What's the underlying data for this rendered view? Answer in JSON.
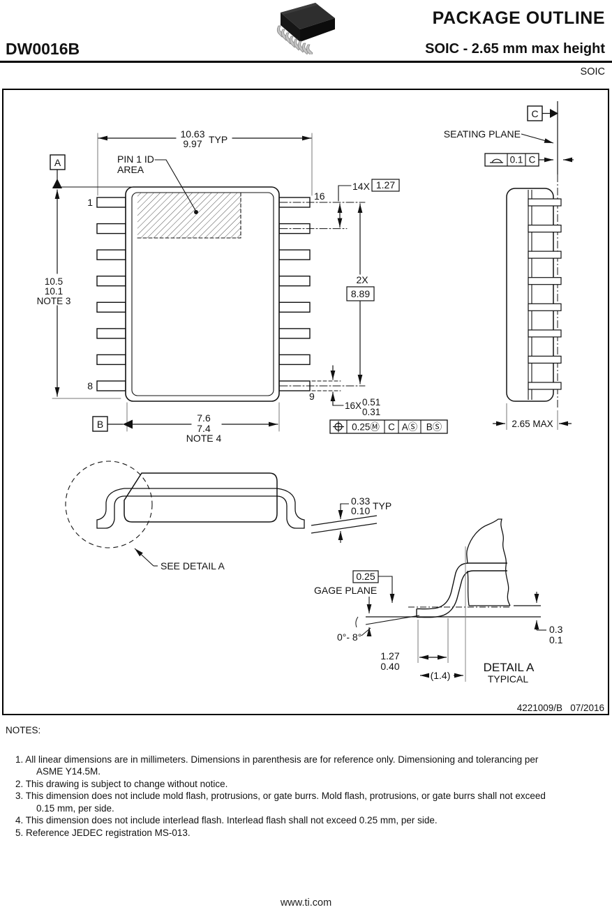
{
  "header": {
    "title": "PACKAGE OUTLINE",
    "part": "DW0016B",
    "subtitle": "SOIC - 2.65 mm max height",
    "family": "SOIC"
  },
  "title_block": {
    "doc": "4221009/B",
    "date": "07/2016"
  },
  "top_view": {
    "pin1": "1",
    "pin8": "8",
    "pin9": "9",
    "pin16": "16",
    "pin1_id_line1": "PIN 1 ID",
    "pin1_id_line2": "AREA",
    "datum_a": "A",
    "datum_b": "B",
    "width_max": "10.63",
    "width_min": "9.97",
    "width_suffix": "TYP",
    "length_max": "10.5",
    "length_min": "10.1",
    "length_note": "NOTE 3",
    "pitch_count": "14X",
    "pitch": "1.27",
    "span_count": "2X",
    "span": "8.89",
    "lead_count": "16X",
    "lead_w_max": "0.51",
    "lead_w_min": "0.31",
    "body_w_max": "7.6",
    "body_w_min": "7.4",
    "body_w_note": "NOTE 4",
    "fcf_tol": "0.25Ⓜ",
    "fcf_d1": "C",
    "fcf_d2": "AⓈ",
    "fcf_d3": "BⓈ"
  },
  "side_view": {
    "datum_c": "C",
    "seating_plane": "SEATING PLANE",
    "flat_tol": "0.1",
    "flat_datum": "C",
    "height": "2.65 MAX"
  },
  "profile_view": {
    "see_detail": "SEE DETAIL A",
    "thk_max": "0.33",
    "thk_min": "0.10",
    "thk_suffix": "TYP"
  },
  "detail_a": {
    "gage_val": "0.25",
    "gage_label": "GAGE PLANE",
    "angle": "0°- 8°",
    "foot_max": "1.27",
    "foot_min": "0.40",
    "ref": "(1.4)",
    "standoff_max": "0.3",
    "standoff_min": "0.1",
    "title": "DETAIL A",
    "subtitle": "TYPICAL"
  },
  "notes": {
    "heading": "NOTES:",
    "items": [
      "1. All linear dimensions are in millimeters. Dimensions in parenthesis are for reference only. Dimensioning and tolerancing per ASME Y14.5M.",
      "2. This drawing is subject to change without notice.",
      "3. This dimension does not include mold flash, protrusions, or gate burrs. Mold flash, protrusions, or gate burrs shall not exceed 0.15 mm, per side.",
      "4. This dimension does not include interlead flash. Interlead flash shall not exceed 0.25 mm, per side.",
      "5. Reference JEDEC registration MS-013."
    ]
  },
  "footer": {
    "url": "www.ti.com"
  }
}
